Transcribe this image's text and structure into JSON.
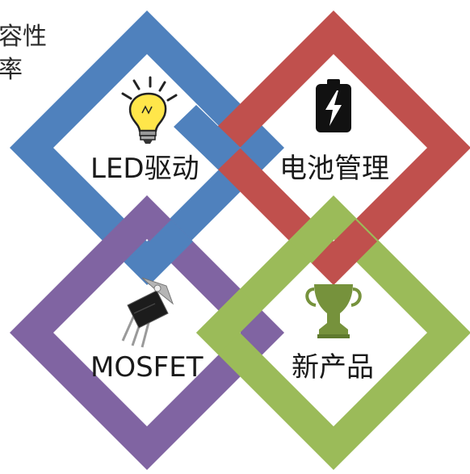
{
  "corner_text": [
    "容性",
    "率"
  ],
  "tiles": [
    {
      "id": "led",
      "label": "LED驱动",
      "color": "#4f81bd",
      "icon": "light-bulb-icon"
    },
    {
      "id": "battery",
      "label": "电池管理",
      "color": "#c0504d",
      "icon": "battery-charging-icon"
    },
    {
      "id": "mosfet",
      "label": "MOSFET",
      "color": "#8064a2",
      "icon": "transistor-icon"
    },
    {
      "id": "newproduct",
      "label": "新产品",
      "color": "#9bbb59",
      "icon": "trophy-icon"
    }
  ]
}
